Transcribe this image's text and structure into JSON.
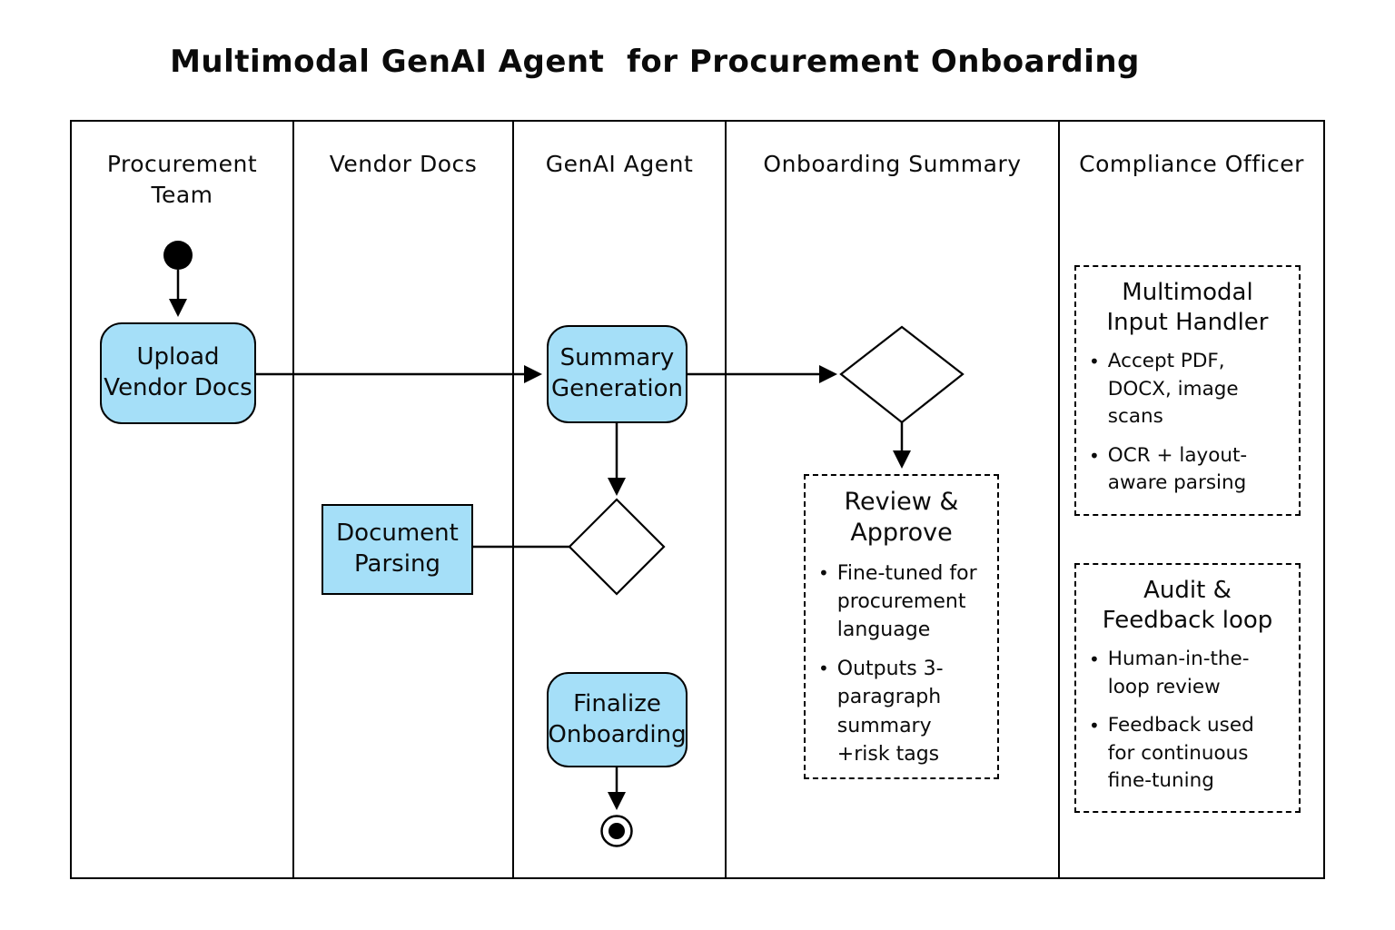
{
  "title": "Multimodal GenAI Agent  for Procurement Onboarding",
  "colors": {
    "node_fill": "#a5dff8",
    "line": "#000000",
    "background": "#ffffff"
  },
  "lanes": [
    {
      "label": "Procurement Team"
    },
    {
      "label": "Vendor Docs"
    },
    {
      "label": "GenAI Agent"
    },
    {
      "label": "Onboarding Summary"
    },
    {
      "label": "Compliance Officer"
    }
  ],
  "nodes": {
    "upload": {
      "line1": "Upload",
      "line2": "Vendor Docs"
    },
    "summary_generation": {
      "line1": "Summary",
      "line2": "Generation"
    },
    "document_parsing": {
      "line1": "Document",
      "line2": "Parsing"
    },
    "finalize": {
      "line1": "Finalize",
      "line2": "Onboarding"
    }
  },
  "review_box": {
    "title_line1": "Review &",
    "title_line2": "Approve",
    "bullets": [
      "Fine-tuned for procurement language",
      "Outputs 3-paragraph summary +risk tags"
    ]
  },
  "compliance_boxes": [
    {
      "title_line1": "Multimodal",
      "title_line2": "Input Handler",
      "bullets": [
        "Accept PDF, DOCX, image scans",
        "OCR + layout-aware parsing"
      ]
    },
    {
      "title_line1": "Audit &",
      "title_line2": "Feedback loop",
      "bullets": [
        "Human-in-the-loop review",
        "Feedback used for continuous fine-tuning"
      ]
    }
  ]
}
